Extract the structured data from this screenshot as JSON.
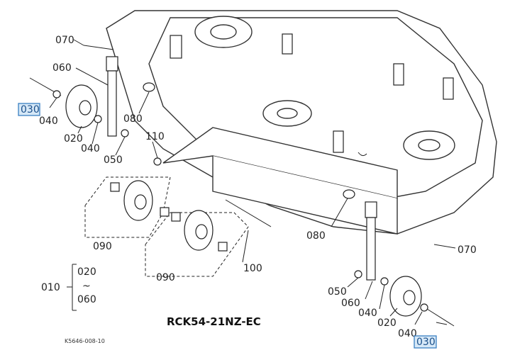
{
  "diagram": {
    "model_title": "RCK54-21NZ-EC",
    "figure_code": "K5646-008-10",
    "part_labels": {
      "p070_left": "070",
      "p060_left": "060",
      "p030_left": "030",
      "p040_left_top": "040",
      "p080_left": "080",
      "p020_left": "020",
      "p040_left_bot": "040",
      "p050_left": "050",
      "p110": "110",
      "p090_left": "090",
      "p090_mid": "090",
      "p100": "100",
      "p010": "010",
      "p020_group": "020",
      "p060_group": "060",
      "p080_right": "080",
      "p070_right": "070",
      "p050_right": "050",
      "p060_right": "060",
      "p040_right_top": "040",
      "p020_right": "020",
      "p040_right_bot": "040",
      "p030_right": "030"
    },
    "group_tilde": "~",
    "highlight_color": "#3a7fc2"
  }
}
